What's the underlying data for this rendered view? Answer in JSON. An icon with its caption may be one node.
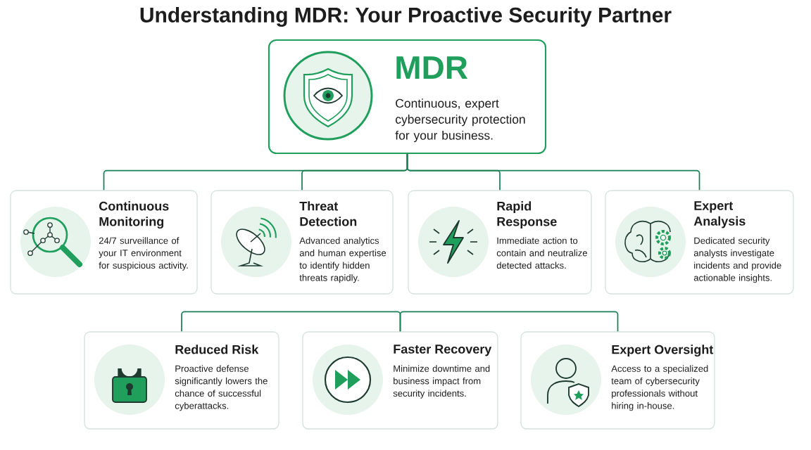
{
  "diagram": {
    "title": "Understanding MDR: Your Proactive Security Partner",
    "nodes": [
      {
        "text": [
          "MDR",
          "Continuous, expert cybersecurity protection for your business."
        ]
      },
      {
        "text": [
          "Continuous Monitoring",
          "24/7 surveillance of your IT environment for suspicious activity."
        ]
      },
      {
        "text": [
          "Threat Detection",
          "Advanced analytics and human expertise to identify hidden threats rapidly."
        ]
      },
      {
        "text": [
          "Rapid Response",
          "Immediate action to contain and neutralize detected attacks."
        ]
      },
      {
        "text": [
          "Expert Analysis",
          "Dedicated security analysts investigate incidents and provide actionable insights."
        ]
      },
      {
        "text": [
          "Reduced Risk",
          "Proactive defense significantly lowers the chance of successful cyberattacks."
        ]
      },
      {
        "text": [
          "Faster Recovery",
          "Minimize downtime and business impact from security incidents."
        ]
      },
      {
        "text": [
          "Expert Oversight",
          "Access to a specialized team of cybersecurity professionals without hiring in-house."
        ]
      }
    ],
    "edges": [
      {
        "from": 0,
        "to": 1,
        "arrow": "none"
      },
      {
        "from": 0,
        "to": 2,
        "arrow": "none"
      },
      {
        "from": 0,
        "to": 3,
        "arrow": "none"
      },
      {
        "from": 0,
        "to": 4,
        "arrow": "none"
      },
      {
        "from": 6,
        "to": 5,
        "arrow": "none"
      },
      {
        "from": 6,
        "to": 7,
        "arrow": "none"
      }
    ]
  }
}
